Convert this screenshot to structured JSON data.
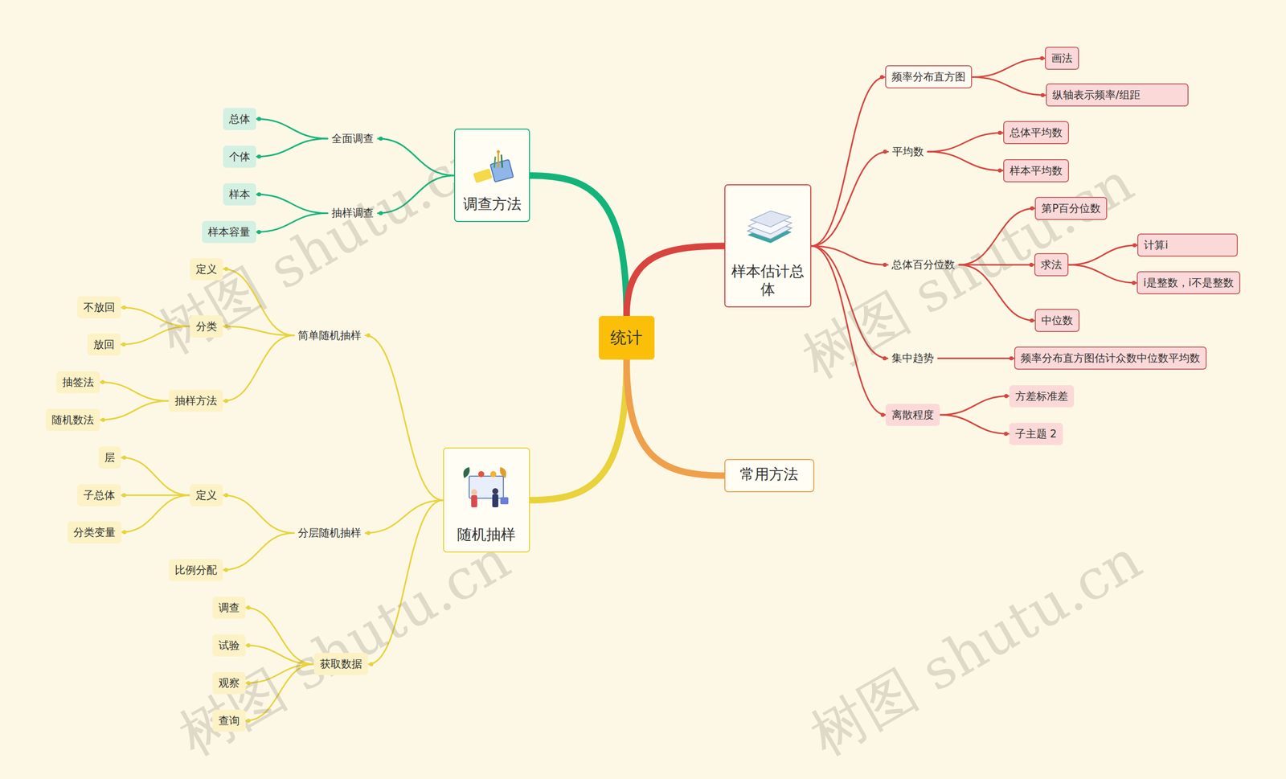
{
  "diagram": {
    "nodes": [
      {
        "text": [
          "统计"
        ]
      },
      {
        "text": [
          "调查方法"
        ]
      },
      {
        "text": [
          "全面调查"
        ]
      },
      {
        "text": [
          "总体"
        ]
      },
      {
        "text": [
          "个体"
        ]
      },
      {
        "text": [
          "抽样调查"
        ]
      },
      {
        "text": [
          "样本"
        ]
      },
      {
        "text": [
          "样本容量"
        ]
      },
      {
        "text": [
          "随机抽样"
        ]
      },
      {
        "text": [
          "简单随机抽样"
        ]
      },
      {
        "text": [
          "定义"
        ]
      },
      {
        "text": [
          "分类"
        ]
      },
      {
        "text": [
          "不放回"
        ]
      },
      {
        "text": [
          "放回"
        ]
      },
      {
        "text": [
          "抽样方法"
        ]
      },
      {
        "text": [
          "抽签法"
        ]
      },
      {
        "text": [
          "随机数法"
        ]
      },
      {
        "text": [
          "分层随机抽样"
        ]
      },
      {
        "text": [
          "定义"
        ]
      },
      {
        "text": [
          "层"
        ]
      },
      {
        "text": [
          "子总体"
        ]
      },
      {
        "text": [
          "分类变量"
        ]
      },
      {
        "text": [
          "比例分配"
        ]
      },
      {
        "text": [
          "获取数据"
        ]
      },
      {
        "text": [
          "调查"
        ]
      },
      {
        "text": [
          "试验"
        ]
      },
      {
        "text": [
          "观察"
        ]
      },
      {
        "text": [
          "查询"
        ]
      },
      {
        "text": [
          "样本估计总体"
        ]
      },
      {
        "text": [
          "频率分布直方图"
        ]
      },
      {
        "text": [
          "画法"
        ]
      },
      {
        "text": [
          "纵轴表示频率/组距"
        ]
      },
      {
        "text": [
          "平均数"
        ]
      },
      {
        "text": [
          "总体平均数"
        ]
      },
      {
        "text": [
          "样本平均数"
        ]
      },
      {
        "text": [
          "总体百分位数"
        ]
      },
      {
        "text": [
          "第P百分位数"
        ]
      },
      {
        "text": [
          "求法"
        ]
      },
      {
        "text": [
          "计算i"
        ]
      },
      {
        "text": [
          "i是整数，i不是整数"
        ]
      },
      {
        "text": [
          "中位数"
        ]
      },
      {
        "text": [
          "集中趋势"
        ]
      },
      {
        "text": [
          "频率分布直方图估计众数中位数平均数"
        ]
      },
      {
        "text": [
          "离散程度"
        ]
      },
      {
        "text": [
          "方差标准差"
        ]
      },
      {
        "text": [
          "子主题 2"
        ]
      },
      {
        "text": [
          "常用方法"
        ]
      }
    ],
    "edges": [
      {
        "from": 0,
        "to": 1,
        "arrow": "none"
      },
      {
        "from": 0,
        "to": 8,
        "arrow": "none"
      },
      {
        "from": 0,
        "to": 28,
        "arrow": "none"
      },
      {
        "from": 0,
        "to": 46,
        "arrow": "none"
      },
      {
        "from": 1,
        "to": 2,
        "arrow": "none"
      },
      {
        "from": 1,
        "to": 5,
        "arrow": "none"
      },
      {
        "from": 2,
        "to": 3,
        "arrow": "none"
      },
      {
        "from": 2,
        "to": 4,
        "arrow": "none"
      },
      {
        "from": 5,
        "to": 6,
        "arrow": "none"
      },
      {
        "from": 5,
        "to": 7,
        "arrow": "none"
      },
      {
        "from": 8,
        "to": 9,
        "arrow": "none"
      },
      {
        "from": 8,
        "to": 17,
        "arrow": "none"
      },
      {
        "from": 8,
        "to": 23,
        "arrow": "none"
      },
      {
        "from": 9,
        "to": 10,
        "arrow": "none"
      },
      {
        "from": 9,
        "to": 11,
        "arrow": "none"
      },
      {
        "from": 9,
        "to": 14,
        "arrow": "none"
      },
      {
        "from": 11,
        "to": 12,
        "arrow": "none"
      },
      {
        "from": 11,
        "to": 13,
        "arrow": "none"
      },
      {
        "from": 14,
        "to": 15,
        "arrow": "none"
      },
      {
        "from": 14,
        "to": 16,
        "arrow": "none"
      },
      {
        "from": 17,
        "to": 18,
        "arrow": "none"
      },
      {
        "from": 17,
        "to": 22,
        "arrow": "none"
      },
      {
        "from": 18,
        "to": 19,
        "arrow": "none"
      },
      {
        "from": 18,
        "to": 20,
        "arrow": "none"
      },
      {
        "from": 18,
        "to": 21,
        "arrow": "none"
      },
      {
        "from": 23,
        "to": 24,
        "arrow": "none"
      },
      {
        "from": 23,
        "to": 25,
        "arrow": "none"
      },
      {
        "from": 23,
        "to": 26,
        "arrow": "none"
      },
      {
        "from": 23,
        "to": 27,
        "arrow": "none"
      },
      {
        "from": 28,
        "to": 29,
        "arrow": "none"
      },
      {
        "from": 28,
        "to": 32,
        "arrow": "none"
      },
      {
        "from": 28,
        "to": 35,
        "arrow": "none"
      },
      {
        "from": 28,
        "to": 41,
        "arrow": "none"
      },
      {
        "from": 28,
        "to": 43,
        "arrow": "none"
      },
      {
        "from": 29,
        "to": 30,
        "arrow": "none"
      },
      {
        "from": 29,
        "to": 31,
        "arrow": "none"
      },
      {
        "from": 32,
        "to": 33,
        "arrow": "none"
      },
      {
        "from": 32,
        "to": 34,
        "arrow": "none"
      },
      {
        "from": 35,
        "to": 36,
        "arrow": "none"
      },
      {
        "from": 35,
        "to": 37,
        "arrow": "none"
      },
      {
        "from": 35,
        "to": 40,
        "arrow": "none"
      },
      {
        "from": 37,
        "to": 38,
        "arrow": "none"
      },
      {
        "from": 37,
        "to": 39,
        "arrow": "none"
      },
      {
        "from": 41,
        "to": 42,
        "arrow": "none"
      },
      {
        "from": 43,
        "to": 44,
        "arrow": "none"
      },
      {
        "from": 43,
        "to": 45,
        "arrow": "none"
      }
    ],
    "labels": [
      "树图 shutu.cn",
      "树图 shutu.cn",
      "树图 shutu.cn",
      "树图 shutu.cn"
    ]
  }
}
